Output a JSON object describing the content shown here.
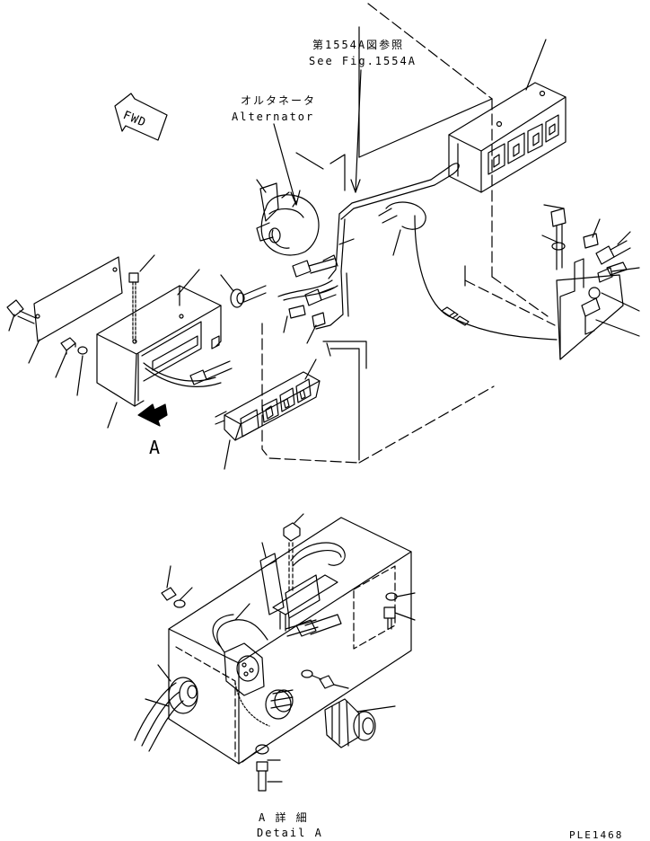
{
  "labels": {
    "ref_jp": "第1554A図参照",
    "ref_en": "See Fig.1554A",
    "alternator_jp": "オルタネータ",
    "alternator_en": "Alternator",
    "fwd": "FWD",
    "view_a": "A",
    "detail_jp": "A 詳 細",
    "detail_en": "Detail A",
    "drawing_code": "PLE1468"
  }
}
